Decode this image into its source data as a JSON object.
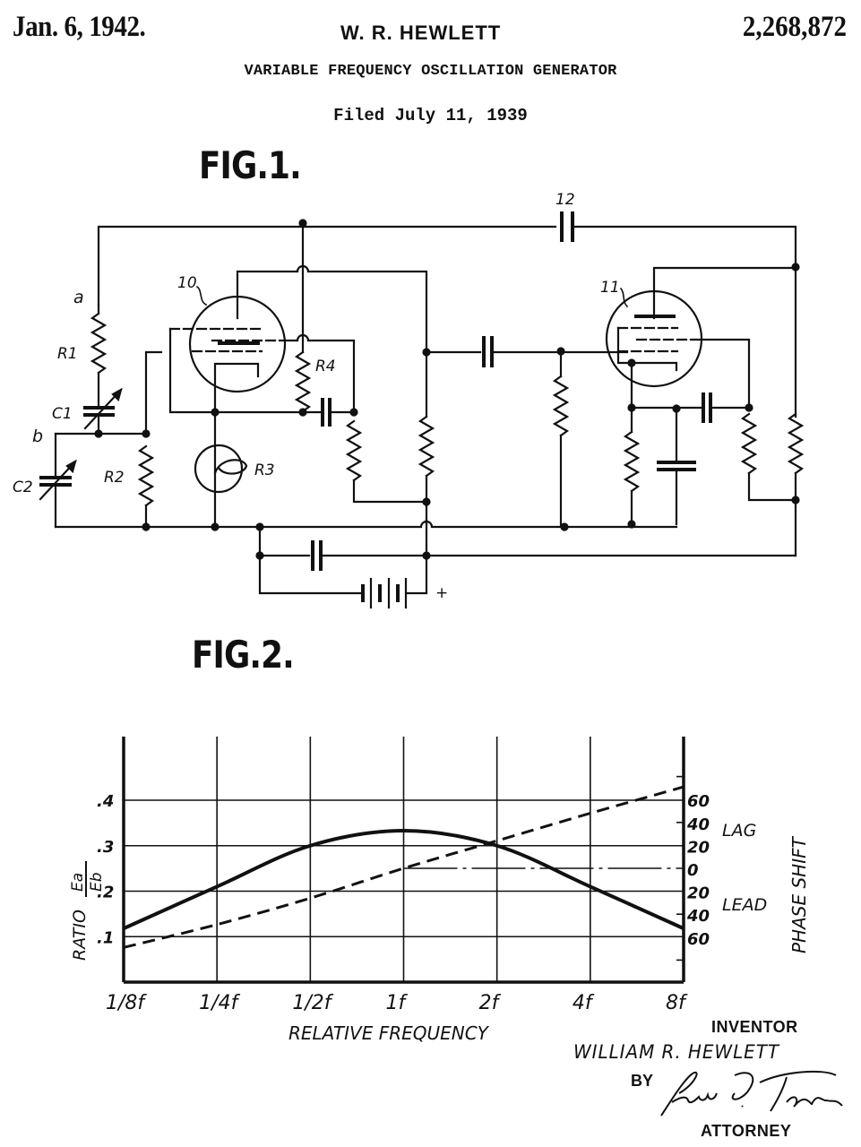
{
  "header": {
    "date": "Jan. 6, 1942.",
    "inventor_short": "W. R. HEWLETT",
    "patent_number": "2,268,872",
    "title": "VARIABLE FREQUENCY OSCILLATION GENERATOR",
    "filed": "Filed July 11, 1939"
  },
  "figure1": {
    "label": "FIG.1.",
    "component_labels": {
      "node_a": "a",
      "node_b": "b",
      "r1": "R1",
      "r2": "R2",
      "r3": "R3",
      "r4": "R4",
      "c1": "C1",
      "c2": "C2",
      "tube_10": "10",
      "tube_11": "11",
      "capacitor_12": "12",
      "battery_plus": "+"
    }
  },
  "figure2": {
    "label": "FIG.2."
  },
  "chart_data": {
    "type": "line",
    "title": "",
    "xlabel": "RELATIVE FREQUENCY",
    "ylabel": "RATIO Ea/Eb",
    "ylabel_right": "PHASE SHIFT",
    "x_scale": "log2",
    "categories": [
      "1/8f",
      "1/4f",
      "1/2f",
      "1f",
      "2f",
      "4f",
      "8f"
    ],
    "x": [
      0.125,
      0.25,
      0.5,
      1,
      2,
      4,
      8
    ],
    "y_left": {
      "ticks": [
        ".1",
        ".2",
        ".3",
        ".4"
      ],
      "tick_values": [
        0.1,
        0.2,
        0.3,
        0.4
      ],
      "range": [
        0,
        0.45
      ]
    },
    "y_right": {
      "ticks": [
        "60",
        "40",
        "20",
        "0",
        "20",
        "40",
        "60"
      ],
      "tick_values": [
        60,
        40,
        20,
        0,
        -20,
        -40,
        -60
      ],
      "range": [
        -100,
        75
      ],
      "annotations": {
        "positive": "LAG",
        "negative": "LEAD"
      }
    },
    "grid": true,
    "series": [
      {
        "name": "Ratio Ea/Eb",
        "axis": "left",
        "style": "solid",
        "values": [
          0.118,
          0.21,
          0.3,
          0.333,
          0.3,
          0.21,
          0.118
        ]
      },
      {
        "name": "Phase shift (degrees)",
        "axis": "right",
        "style": "dashed",
        "values": [
          -69,
          -49,
          -26,
          0,
          24,
          48,
          71
        ]
      }
    ],
    "phase_zero_line": "dash-dot"
  },
  "signature": {
    "inventor_heading": "INVENTOR",
    "inventor_name": "WILLIAM R. HEWLETT",
    "by": "BY",
    "attorney_heading": "ATTORNEY"
  }
}
